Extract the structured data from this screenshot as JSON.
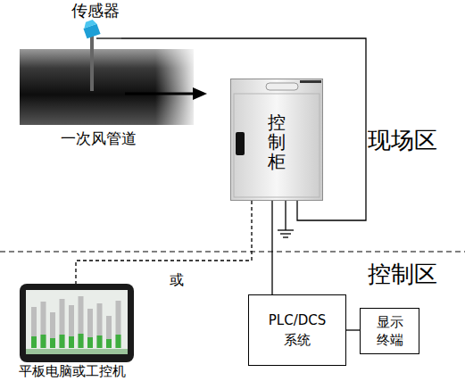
{
  "diagram": {
    "nodes": [
      {
        "text": [
          "传感器"
        ]
      },
      {
        "text": [
          "一次风管道"
        ]
      },
      {
        "text": [
          "控制柜"
        ]
      },
      {
        "text": [
          "平板电脑或工控机"
        ]
      },
      {
        "text": [
          "PLC/DCS 系统"
        ]
      },
      {
        "text": [
          "显示 终端"
        ]
      }
    ],
    "edges": [
      {
        "from": 0,
        "to": 2,
        "arrow": "none"
      },
      {
        "from": 2,
        "to": 3,
        "arrow": "none"
      },
      {
        "from": 2,
        "to": 4,
        "arrow": "none"
      },
      {
        "from": 4,
        "to": 5,
        "arrow": "none"
      }
    ],
    "labels": [
      "现场区",
      "控制区",
      "或"
    ]
  }
}
